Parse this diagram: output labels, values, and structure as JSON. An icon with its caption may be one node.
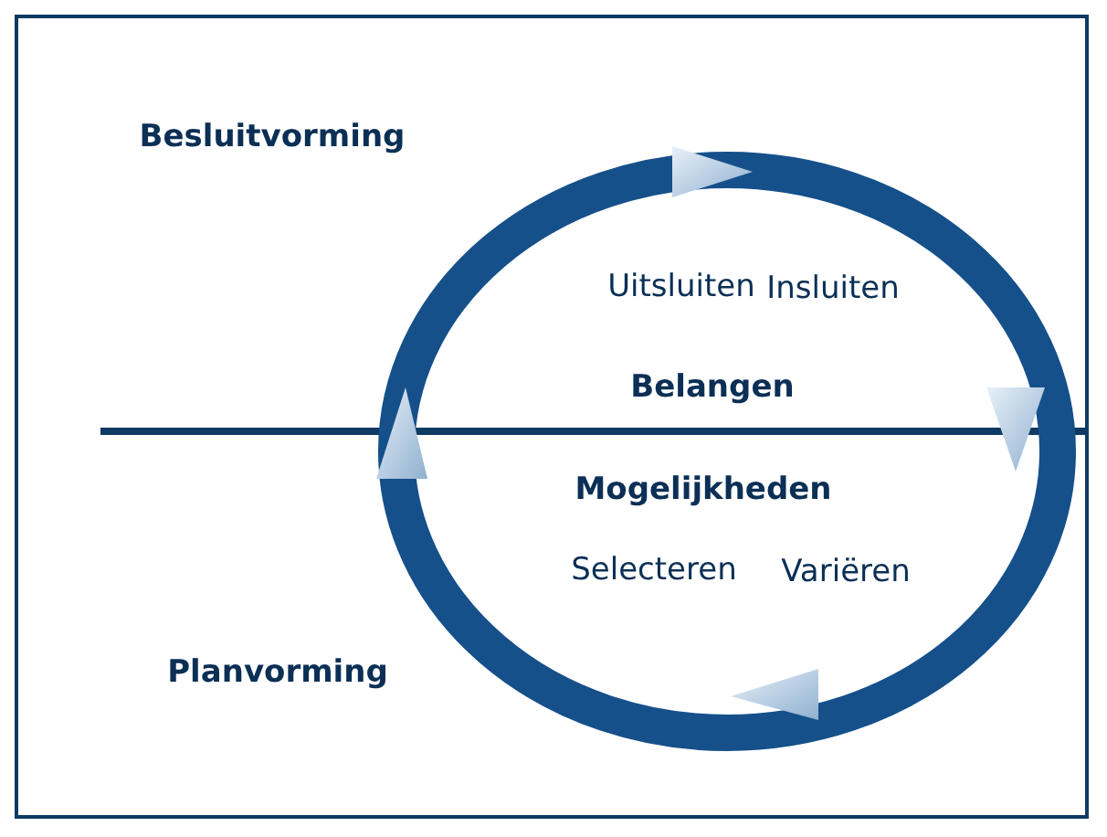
{
  "diagram": {
    "labels": [
      "Besluitvorming",
      "Uitsluiten",
      "Insluiten",
      "Belangen",
      "Mogelijkheden",
      "Selecteren",
      "Variëren",
      "Planvorming"
    ]
  }
}
